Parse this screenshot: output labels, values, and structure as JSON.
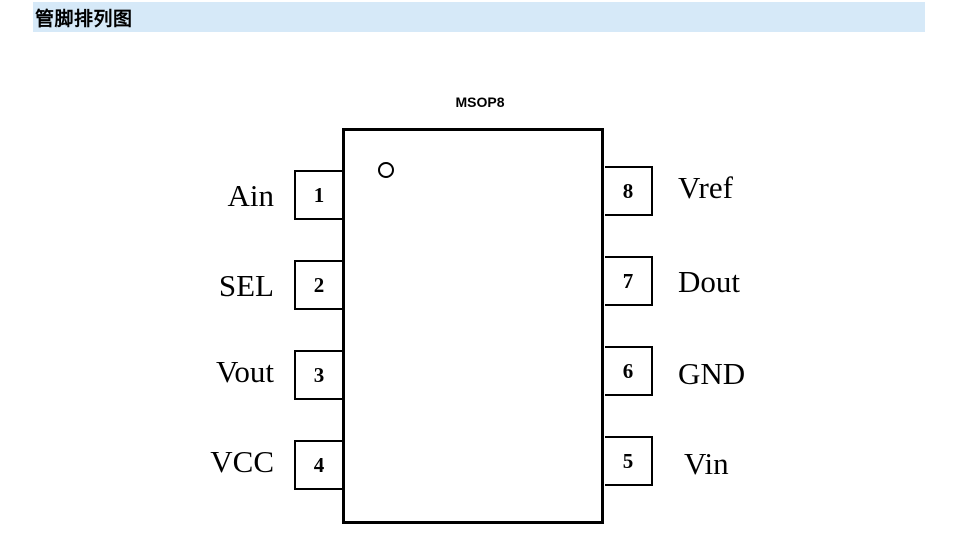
{
  "header": {
    "title": "管脚排列图"
  },
  "package": {
    "label": "MSOP8"
  },
  "pins": {
    "left": [
      {
        "number": "1",
        "name": "Ain"
      },
      {
        "number": "2",
        "name": "SEL"
      },
      {
        "number": "3",
        "name": "Vout"
      },
      {
        "number": "4",
        "name": "VCC"
      }
    ],
    "right": [
      {
        "number": "8",
        "name": "Vref"
      },
      {
        "number": "7",
        "name": "Dout"
      },
      {
        "number": "6",
        "name": "GND"
      },
      {
        "number": "5",
        "name": "Vin"
      }
    ]
  }
}
